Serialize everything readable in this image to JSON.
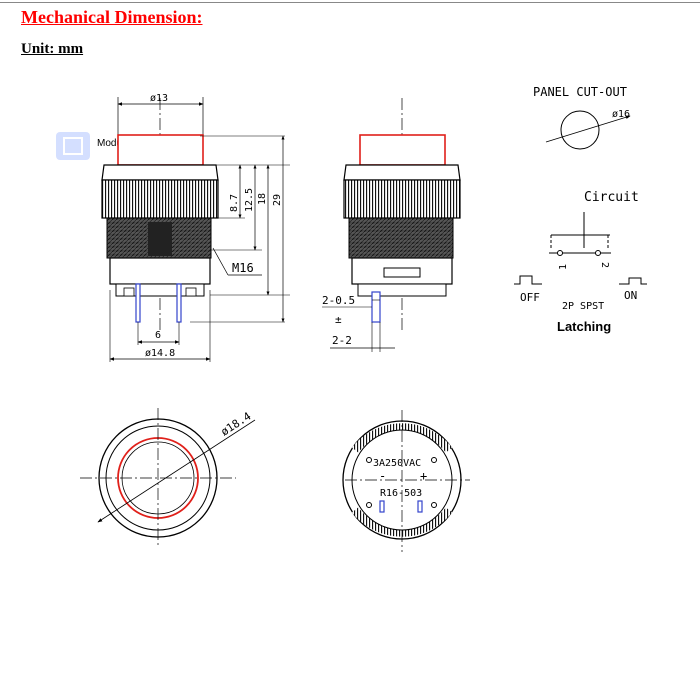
{
  "heading": "Mechanical Dimension:",
  "unit_label": "Unit: mm",
  "watermark": "Module More",
  "side_view": {
    "d_top": "ø13",
    "dim_8_7": "8.7",
    "dim_12_5": "12.5",
    "dim_18": "18",
    "dim_29": "29",
    "thread": "M16",
    "pin_spacing": "6",
    "d_bottom": "ø14.8"
  },
  "front_view": {
    "pin_width": "2-0.5",
    "pin_pitch": "2-2"
  },
  "panel": {
    "title": "PANEL CUT-OUT",
    "diameter": "ø16"
  },
  "circuit": {
    "title": "Circuit",
    "pin1": "1",
    "pin2": "2",
    "off": "OFF",
    "on": "ON",
    "type": "2P SPST",
    "mode": "Latching"
  },
  "top_view": {
    "diameter": "ø18.4"
  },
  "bottom_view": {
    "rating": "3A250VAC",
    "minus": "-",
    "plus": "+",
    "model": "R16-503"
  },
  "colors": {
    "heading": "#ff0000",
    "cap": "#e0201a",
    "pin": "#3344cc",
    "line": "#000000"
  }
}
